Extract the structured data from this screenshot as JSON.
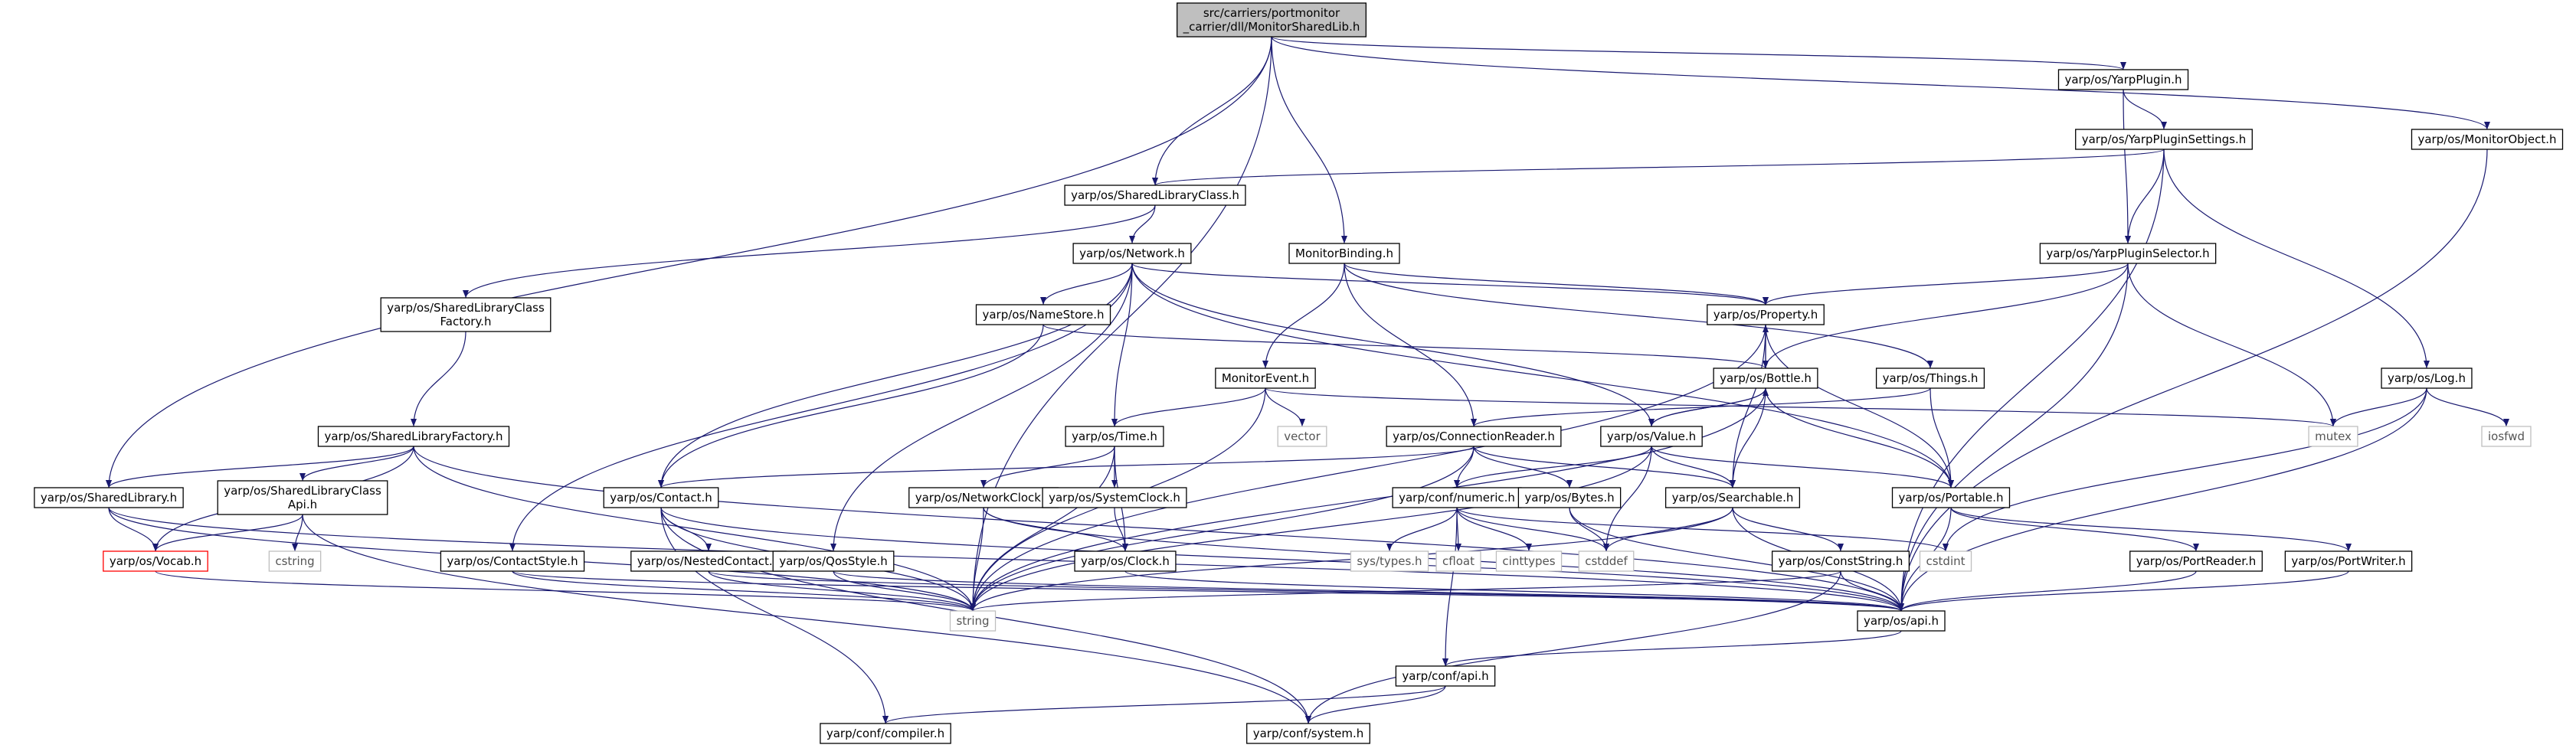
{
  "colors": {
    "edge": "#191970",
    "node_border": "#000000",
    "ext_border": "#bfbfbf",
    "root_fill": "#bfbfbf",
    "missing_border": "#ff0000"
  },
  "nodes": [
    {
      "id": "root",
      "label": "src/carriers/portmonitor\n_carrier/dll/MonitorSharedLib.h",
      "kind": "root"
    },
    {
      "id": "yarpplugin",
      "label": "yarp/os/YarpPlugin.h",
      "kind": "file"
    },
    {
      "id": "monitorobject",
      "label": "yarp/os/MonitorObject.h",
      "kind": "file"
    },
    {
      "id": "yarppluginsettings",
      "label": "yarp/os/YarpPluginSettings.h",
      "kind": "file"
    },
    {
      "id": "sharedlibraryclass",
      "label": "yarp/os/SharedLibraryClass.h",
      "kind": "file"
    },
    {
      "id": "network",
      "label": "yarp/os/Network.h",
      "kind": "file"
    },
    {
      "id": "monitorbinding",
      "label": "MonitorBinding.h",
      "kind": "file"
    },
    {
      "id": "yarppluginselector",
      "label": "yarp/os/YarpPluginSelector.h",
      "kind": "file"
    },
    {
      "id": "property",
      "label": "yarp/os/Property.h",
      "kind": "file"
    },
    {
      "id": "slcfactory",
      "label": "yarp/os/SharedLibraryClass\nFactory.h",
      "kind": "file"
    },
    {
      "id": "namestore",
      "label": "yarp/os/NameStore.h",
      "kind": "file"
    },
    {
      "id": "monitorevent",
      "label": "MonitorEvent.h",
      "kind": "file"
    },
    {
      "id": "bottle",
      "label": "yarp/os/Bottle.h",
      "kind": "file"
    },
    {
      "id": "things",
      "label": "yarp/os/Things.h",
      "kind": "file"
    },
    {
      "id": "log",
      "label": "yarp/os/Log.h",
      "kind": "file"
    },
    {
      "id": "slfactory",
      "label": "yarp/os/SharedLibraryFactory.h",
      "kind": "file"
    },
    {
      "id": "time",
      "label": "yarp/os/Time.h",
      "kind": "file"
    },
    {
      "id": "vector",
      "label": "vector",
      "kind": "ext"
    },
    {
      "id": "connectionreader",
      "label": "yarp/os/ConnectionReader.h",
      "kind": "file"
    },
    {
      "id": "value",
      "label": "yarp/os/Value.h",
      "kind": "file"
    },
    {
      "id": "mutex",
      "label": "mutex",
      "kind": "ext"
    },
    {
      "id": "iosfwd",
      "label": "iosfwd",
      "kind": "ext"
    },
    {
      "id": "sharedlibrary",
      "label": "yarp/os/SharedLibrary.h",
      "kind": "file"
    },
    {
      "id": "slcapi",
      "label": "yarp/os/SharedLibraryClass\nApi.h",
      "kind": "file"
    },
    {
      "id": "contact",
      "label": "yarp/os/Contact.h",
      "kind": "file"
    },
    {
      "id": "networkclock",
      "label": "yarp/os/NetworkClock.h",
      "kind": "file"
    },
    {
      "id": "systemclock",
      "label": "yarp/os/SystemClock.h",
      "kind": "file"
    },
    {
      "id": "numeric",
      "label": "yarp/conf/numeric.h",
      "kind": "file"
    },
    {
      "id": "bytes",
      "label": "yarp/os/Bytes.h",
      "kind": "file"
    },
    {
      "id": "searchable",
      "label": "yarp/os/Searchable.h",
      "kind": "file"
    },
    {
      "id": "portable",
      "label": "yarp/os/Portable.h",
      "kind": "file"
    },
    {
      "id": "vocab",
      "label": "yarp/os/Vocab.h",
      "kind": "missing"
    },
    {
      "id": "cstring",
      "label": "cstring",
      "kind": "ext"
    },
    {
      "id": "contactstyle",
      "label": "yarp/os/ContactStyle.h",
      "kind": "file"
    },
    {
      "id": "nestedcontact",
      "label": "yarp/os/NestedContact.h",
      "kind": "file"
    },
    {
      "id": "qosstyle",
      "label": "yarp/os/QosStyle.h",
      "kind": "file"
    },
    {
      "id": "clock",
      "label": "yarp/os/Clock.h",
      "kind": "file"
    },
    {
      "id": "systypes",
      "label": "sys/types.h",
      "kind": "ext"
    },
    {
      "id": "cfloat",
      "label": "cfloat",
      "kind": "ext"
    },
    {
      "id": "cinttypes",
      "label": "cinttypes",
      "kind": "ext"
    },
    {
      "id": "cstddef",
      "label": "cstddef",
      "kind": "ext"
    },
    {
      "id": "cstdint",
      "label": "cstdint",
      "kind": "ext"
    },
    {
      "id": "conststring",
      "label": "yarp/os/ConstString.h",
      "kind": "file"
    },
    {
      "id": "portreader",
      "label": "yarp/os/PortReader.h",
      "kind": "file"
    },
    {
      "id": "portwriter",
      "label": "yarp/os/PortWriter.h",
      "kind": "file"
    },
    {
      "id": "string",
      "label": "string",
      "kind": "ext"
    },
    {
      "id": "api",
      "label": "yarp/os/api.h",
      "kind": "file"
    },
    {
      "id": "confapi",
      "label": "yarp/conf/api.h",
      "kind": "file"
    },
    {
      "id": "compiler",
      "label": "yarp/conf/compiler.h",
      "kind": "file"
    },
    {
      "id": "system",
      "label": "yarp/conf/system.h",
      "kind": "file"
    }
  ],
  "edges": [
    [
      "root",
      "string"
    ],
    [
      "root",
      "sharedlibrary"
    ],
    [
      "root",
      "sharedlibraryclass"
    ],
    [
      "root",
      "monitorbinding"
    ],
    [
      "root",
      "yarpplugin"
    ],
    [
      "root",
      "monitorobject"
    ],
    [
      "yarpplugin",
      "yarppluginsettings"
    ],
    [
      "yarpplugin",
      "yarppluginselector"
    ],
    [
      "monitorobject",
      "api"
    ],
    [
      "yarppluginsettings",
      "sharedlibraryclass"
    ],
    [
      "yarppluginsettings",
      "yarppluginselector"
    ],
    [
      "yarppluginsettings",
      "log"
    ],
    [
      "yarppluginsettings",
      "api"
    ],
    [
      "sharedlibraryclass",
      "slcfactory"
    ],
    [
      "sharedlibraryclass",
      "network"
    ],
    [
      "network",
      "property"
    ],
    [
      "network",
      "namestore"
    ],
    [
      "network",
      "time"
    ],
    [
      "network",
      "value"
    ],
    [
      "network",
      "contact"
    ],
    [
      "network",
      "contactstyle"
    ],
    [
      "network",
      "qosstyle"
    ],
    [
      "network",
      "portable"
    ],
    [
      "monitorbinding",
      "property"
    ],
    [
      "monitorbinding",
      "things"
    ],
    [
      "monitorbinding",
      "monitorevent"
    ],
    [
      "monitorbinding",
      "connectionreader"
    ],
    [
      "yarppluginselector",
      "property"
    ],
    [
      "yarppluginselector",
      "bottle"
    ],
    [
      "yarppluginselector",
      "mutex"
    ],
    [
      "yarppluginselector",
      "api"
    ],
    [
      "property",
      "string"
    ],
    [
      "property",
      "bottle"
    ],
    [
      "property",
      "searchable"
    ],
    [
      "property",
      "portable"
    ],
    [
      "slcfactory",
      "slfactory"
    ],
    [
      "namestore",
      "bottle"
    ],
    [
      "namestore",
      "contact"
    ],
    [
      "monitorevent",
      "time"
    ],
    [
      "monitorevent",
      "vector"
    ],
    [
      "monitorevent",
      "mutex"
    ],
    [
      "monitorevent",
      "string"
    ],
    [
      "bottle",
      "property"
    ],
    [
      "bottle",
      "value"
    ],
    [
      "bottle",
      "searchable"
    ],
    [
      "bottle",
      "portable"
    ],
    [
      "bottle",
      "string"
    ],
    [
      "things",
      "connectionreader"
    ],
    [
      "things",
      "portable"
    ],
    [
      "log",
      "mutex"
    ],
    [
      "log",
      "iosfwd"
    ],
    [
      "log",
      "cstdint"
    ],
    [
      "log",
      "api"
    ],
    [
      "slfactory",
      "sharedlibrary"
    ],
    [
      "slfactory",
      "slcapi"
    ],
    [
      "slfactory",
      "vocab"
    ],
    [
      "slfactory",
      "string"
    ],
    [
      "slfactory",
      "api"
    ],
    [
      "time",
      "networkclock"
    ],
    [
      "time",
      "systemclock"
    ],
    [
      "time",
      "clock"
    ],
    [
      "time",
      "string"
    ],
    [
      "connectionreader",
      "contact"
    ],
    [
      "connectionreader",
      "bytes"
    ],
    [
      "connectionreader",
      "numeric"
    ],
    [
      "connectionreader",
      "searchable"
    ],
    [
      "connectionreader",
      "string"
    ],
    [
      "value",
      "bottle"
    ],
    [
      "value",
      "numeric"
    ],
    [
      "value",
      "searchable"
    ],
    [
      "value",
      "portable"
    ],
    [
      "value",
      "cstddef"
    ],
    [
      "value",
      "string"
    ],
    [
      "sharedlibrary",
      "vocab"
    ],
    [
      "sharedlibrary",
      "string"
    ],
    [
      "sharedlibrary",
      "api"
    ],
    [
      "slcapi",
      "vocab"
    ],
    [
      "slcapi",
      "cstring"
    ],
    [
      "slcapi",
      "system"
    ],
    [
      "contact",
      "nestedcontact"
    ],
    [
      "contact",
      "string"
    ],
    [
      "contact",
      "api"
    ],
    [
      "contact",
      "compiler"
    ],
    [
      "contact",
      "system"
    ],
    [
      "networkclock",
      "clock"
    ],
    [
      "networkclock",
      "string"
    ],
    [
      "networkclock",
      "api"
    ],
    [
      "systemclock",
      "clock"
    ],
    [
      "numeric",
      "systypes"
    ],
    [
      "numeric",
      "cfloat"
    ],
    [
      "numeric",
      "cinttypes"
    ],
    [
      "numeric",
      "cstddef"
    ],
    [
      "numeric",
      "cstdint"
    ],
    [
      "numeric",
      "confapi"
    ],
    [
      "bytes",
      "cstddef"
    ],
    [
      "bytes",
      "api"
    ],
    [
      "searchable",
      "cstddef"
    ],
    [
      "searchable",
      "conststring"
    ],
    [
      "searchable",
      "string"
    ],
    [
      "searchable",
      "api"
    ],
    [
      "portable",
      "portreader"
    ],
    [
      "portable",
      "portwriter"
    ],
    [
      "portable",
      "api"
    ],
    [
      "vocab",
      "string"
    ],
    [
      "contactstyle",
      "api"
    ],
    [
      "contactstyle",
      "string"
    ],
    [
      "nestedcontact",
      "string"
    ],
    [
      "nestedcontact",
      "api"
    ],
    [
      "qosstyle",
      "string"
    ],
    [
      "qosstyle",
      "api"
    ],
    [
      "clock",
      "api"
    ],
    [
      "conststring",
      "string"
    ],
    [
      "conststring",
      "api"
    ],
    [
      "conststring",
      "system"
    ],
    [
      "portreader",
      "api"
    ],
    [
      "portwriter",
      "api"
    ],
    [
      "api",
      "confapi"
    ],
    [
      "confapi",
      "compiler"
    ],
    [
      "confapi",
      "system"
    ]
  ]
}
